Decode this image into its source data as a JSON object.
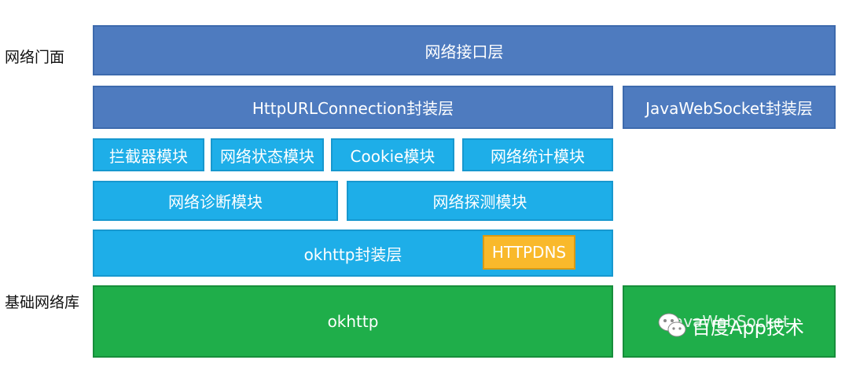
{
  "side_labels": {
    "facade": "网络门面",
    "base": "基础网络库"
  },
  "boxes": {
    "interface_layer": "网络接口层",
    "httpurl_layer": "HttpURLConnection封装层",
    "javaws_layer": "JavaWebSocket封装层",
    "interceptor": "拦截器模块",
    "net_state": "网络状态模块",
    "cookie": "Cookie模块",
    "net_stats": "网络统计模块",
    "net_diag": "网络诊断模块",
    "net_probe": "网络探测模块",
    "okhttp_layer": "okhttp封装层",
    "httpdns": "HTTPDNS",
    "okhttp": "okhttp",
    "javawebsocket": "JavaWebSocket"
  },
  "watermark": {
    "text": "百度App技术"
  },
  "colors": {
    "dark_blue": "#4e7bbf",
    "light_blue": "#1eaee8",
    "green": "#1fae4a",
    "orange": "#f9b92b"
  }
}
